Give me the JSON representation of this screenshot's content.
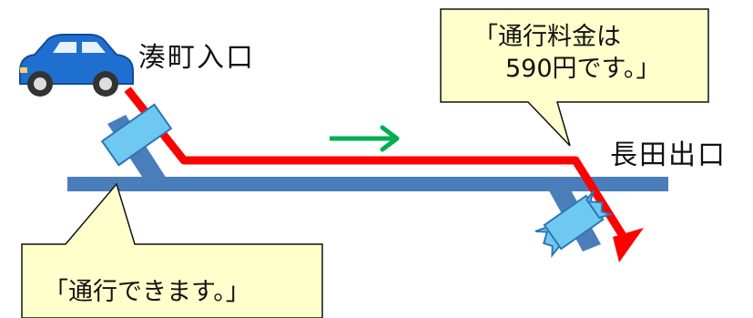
{
  "entrance": {
    "label": "湊町入口"
  },
  "exit": {
    "label": "長田出口"
  },
  "toll_bubble": {
    "line1": "「通行料金は",
    "line2": "590円です。」"
  },
  "pass_bubble": {
    "text": "「通行できます。」"
  },
  "colors": {
    "highway": "#4a7ebb",
    "route": "#ff0000",
    "direction_arrow": "#00b050",
    "gate": "#6fc8f0",
    "bubble_fill": "#ffffcc",
    "car_body": "#1f6fd0"
  },
  "icons": [
    "car-icon",
    "gate-icon",
    "exit-gate-icon",
    "direction-arrow-icon"
  ]
}
